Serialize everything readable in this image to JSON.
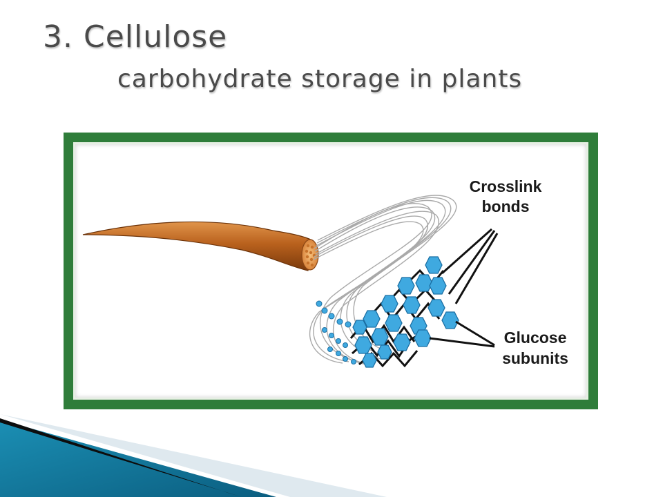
{
  "slide": {
    "title": "3. Cellulose",
    "subtitle": "carbohydrate storage in plants"
  },
  "diagram": {
    "labels": {
      "crosslink_line1": "Crosslink",
      "crosslink_line2": "bonds",
      "glucose_line1": "Glucose",
      "glucose_line2": "subunits"
    }
  },
  "colors": {
    "frame_green": "#2f7d3a",
    "fiber_brown": "#b9611d",
    "glucose_blue": "#3fa9e0",
    "title_gray": "#4a4a4a",
    "accent_teal": "#1b8fb4"
  }
}
